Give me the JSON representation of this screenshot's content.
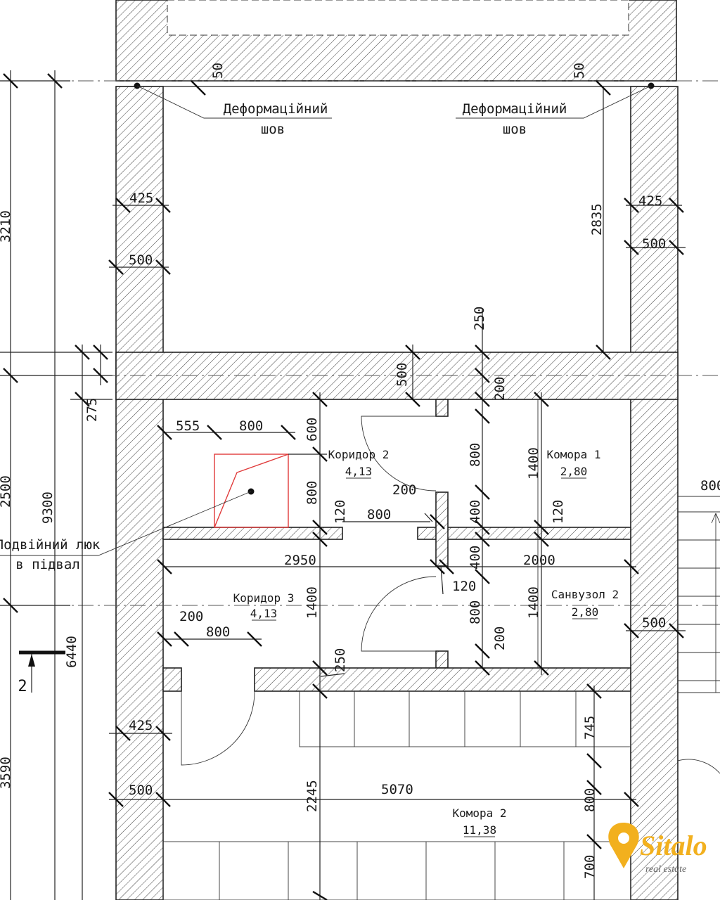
{
  "labels": {
    "deform_left_1": "Деформаційний",
    "deform_left_2": "шов",
    "deform_right_1": "Деформаційний",
    "deform_right_2": "шов",
    "koridor2_name": "Коридор 2",
    "koridor2_area": "4,13",
    "komora1_name": "Комора 1",
    "komora1_area": "2,80",
    "koridor3_name": "Коридор 3",
    "koridor3_area": "4,13",
    "sanvuzol2_name": "Санвузол 2",
    "sanvuzol2_area": "2,80",
    "komora2_name": "Комора 2",
    "komora2_area": "11,38",
    "hatch_1": "Подвійний люк",
    "hatch_2": "в підвал",
    "section_mark": "2"
  },
  "dims": {
    "d50a": "50",
    "d50b": "50",
    "d425a": "425",
    "d425b": "425",
    "d425c": "425",
    "d500a": "500",
    "d500b": "500",
    "d500c": "500",
    "d500d": "500",
    "d500e": "500",
    "d2835": "2835",
    "d250a": "250",
    "d250b": "250",
    "d3210": "3210",
    "d275": "275",
    "d2500": "2500",
    "d9300": "9300",
    "d6440": "6440",
    "d3590": "3590",
    "d555": "555",
    "d800a": "800",
    "d600": "600",
    "d800b": "800",
    "d200a": "200",
    "d800c": "800",
    "d1400a": "1400",
    "d200b": "200",
    "d120a": "120",
    "d800d": "800",
    "d400a": "400",
    "d120b": "120",
    "d2950": "2950",
    "d2000": "2000",
    "d400b": "400",
    "d120c": "120",
    "d1400b": "1400",
    "d800e": "800",
    "d1400c": "1400",
    "d200c": "200",
    "d200d": "200",
    "d800f": "800",
    "d745": "745",
    "d2245": "2245",
    "d5070": "5070",
    "d800g": "800",
    "d700": "700",
    "d800right": "800"
  },
  "logo": {
    "brand": "Sitalo",
    "tagline": "real estate",
    "accent": "#f2b01e"
  }
}
